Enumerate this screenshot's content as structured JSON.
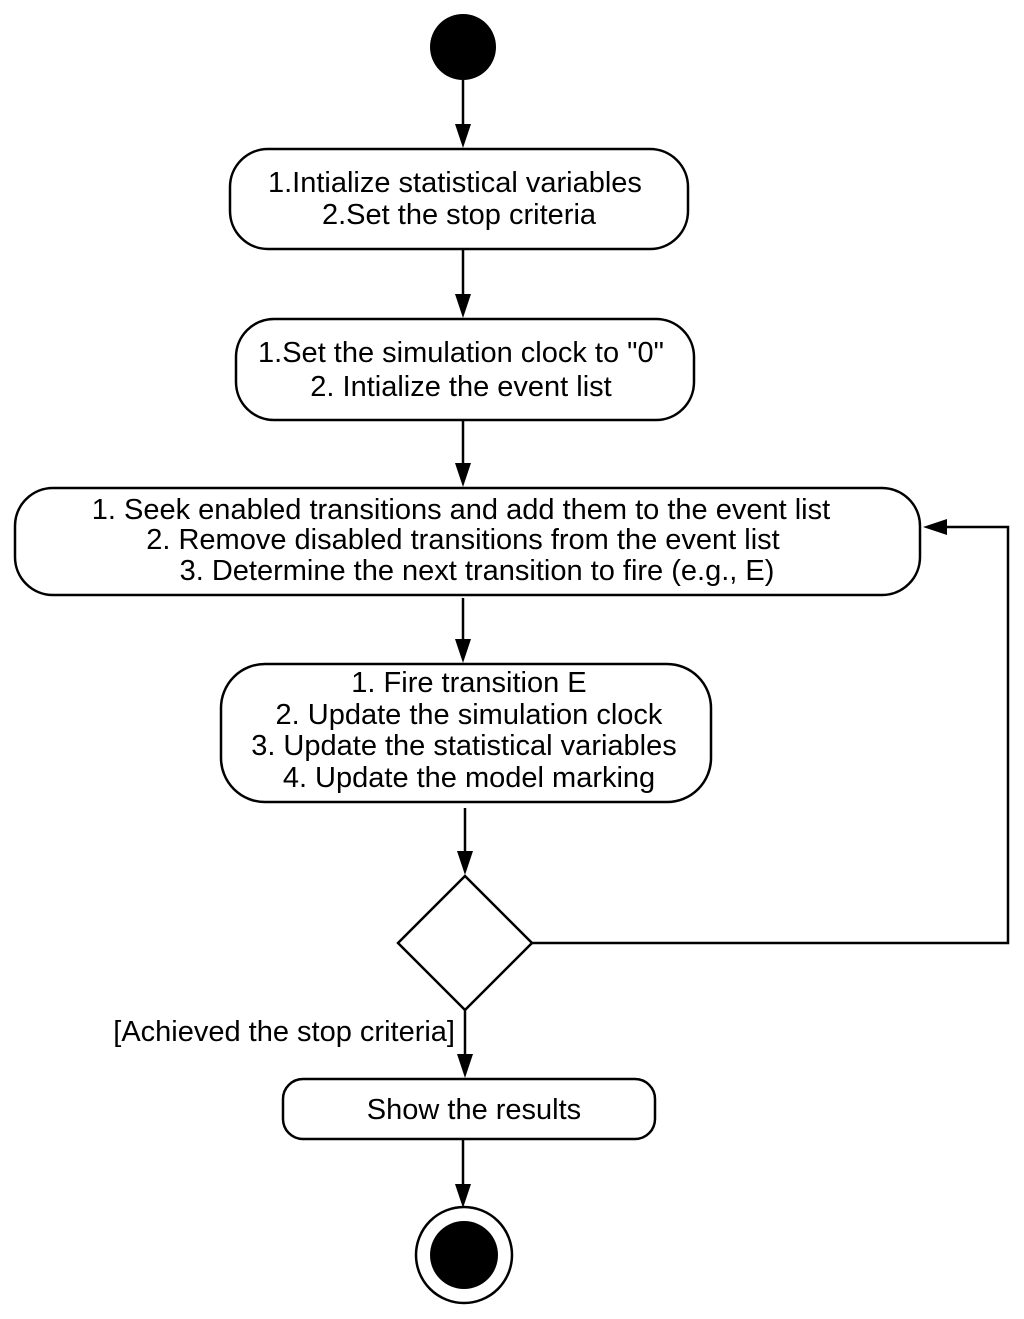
{
  "nodes": {
    "init": {
      "lines": [
        "1.Intialize statistical variables",
        "2.Set the stop criteria"
      ]
    },
    "clock": {
      "lines": [
        "1.Set the simulation clock to \"0\"",
        "2. Intialize the event list"
      ]
    },
    "seek": {
      "lines": [
        "1. Seek enabled transitions and add them to the event list",
        "2. Remove disabled transitions from the event list",
        "3. Determine the next transition to fire (e.g., E)"
      ]
    },
    "fire": {
      "lines": [
        "1. Fire transition E",
        "2. Update the simulation clock",
        "3. Update the statistical variables",
        "4. Update the model marking"
      ]
    },
    "results": {
      "lines": [
        "Show the results"
      ]
    }
  },
  "guard": {
    "label": "[Achieved the stop criteria]"
  }
}
